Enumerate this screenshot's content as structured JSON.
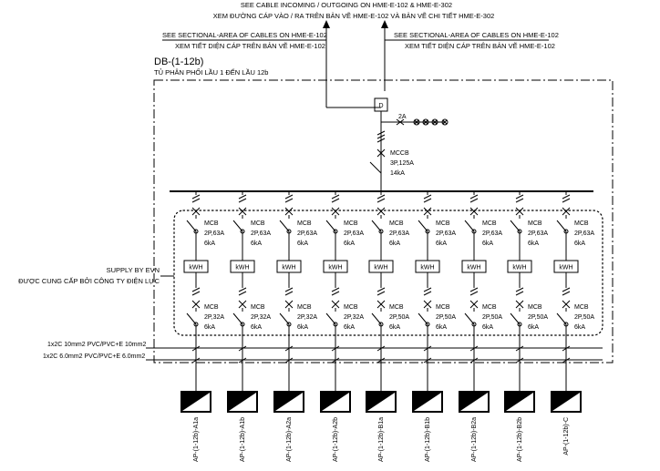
{
  "header": {
    "incoming_line1": "SEE CABLE INCOMING / OUTGOING ON HME-E-102 & HME-E-302",
    "incoming_line2": "XEM ĐƯỜNG CÁP VÀO / RA TRÊN BẢN VẼ HME-E-102 VÀ BẢN VẼ CHI TIẾT HME-E-302",
    "left_section_line1": "SEE  SECTIONAL-AREA OF CABLES ON HME-E-102",
    "left_section_line2": "XEM TIẾT DIỆN CÁP TRÊN BẢN VẼ HME-E-102",
    "right_section_line1": "SEE SECTIONAL-AREA OF CABLES ON HME-E-102",
    "right_section_line2": "XEM TIẾT DIỆN CÁP TRÊN BẢN VẼ HME-E-102"
  },
  "board": {
    "name": "DB-(1-12b)",
    "description": "TỦ PHÂN PHỐI LẦU 1 ĐẾN LẦU 12b"
  },
  "incomer": {
    "meter_symbol": "D",
    "indicator_breaker": "2A",
    "breaker_type": "MCCB",
    "breaker_rating": "3P,125A",
    "breaker_breaking": "14kA"
  },
  "supply": {
    "line1": "SUPPLY BY EVN",
    "line2": "ĐƯỢC CUNG CẤP BỞI CÔNG TY ĐIỆN LỰC"
  },
  "cables": {
    "cable1": "1x2C 10mm2 PVC/PVC+E 10mm2",
    "cable2": "1x2C 6.0mm2 PVC/PVC+E 6.0mm2"
  },
  "meter_label": "kWH",
  "circuits": [
    {
      "upper_type": "MCB",
      "upper_rating": "2P,63A",
      "upper_breaking": "6kA",
      "lower_type": "MCB",
      "lower_rating": "2P,32A",
      "lower_breaking": "6kA",
      "load": "AP-(1-12b)-A1a"
    },
    {
      "upper_type": "MCB",
      "upper_rating": "2P,63A",
      "upper_breaking": "6kA",
      "lower_type": "MCB",
      "lower_rating": "2P,32A",
      "lower_breaking": "6kA",
      "load": "AP-(1-12b)-A1b"
    },
    {
      "upper_type": "MCB",
      "upper_rating": "2P,63A",
      "upper_breaking": "6kA",
      "lower_type": "MCB",
      "lower_rating": "2P,32A",
      "lower_breaking": "6kA",
      "load": "AP-(1-12b)-A2a"
    },
    {
      "upper_type": "MCB",
      "upper_rating": "2P,63A",
      "upper_breaking": "6kA",
      "lower_type": "MCB",
      "lower_rating": "2P,32A",
      "lower_breaking": "6kA",
      "load": "AP-(1-12b)-A2b"
    },
    {
      "upper_type": "MCB",
      "upper_rating": "2P,63A",
      "upper_breaking": "6kA",
      "lower_type": "MCB",
      "lower_rating": "2P,50A",
      "lower_breaking": "6kA",
      "load": "AP-(1-12b)-B1a"
    },
    {
      "upper_type": "MCB",
      "upper_rating": "2P,63A",
      "upper_breaking": "6kA",
      "lower_type": "MCB",
      "lower_rating": "2P,50A",
      "lower_breaking": "6kA",
      "load": "AP-(1-12b)-B1b"
    },
    {
      "upper_type": "MCB",
      "upper_rating": "2P,63A",
      "upper_breaking": "6kA",
      "lower_type": "MCB",
      "lower_rating": "2P,50A",
      "lower_breaking": "6kA",
      "load": "AP-(1-12b)-B2a"
    },
    {
      "upper_type": "MCB",
      "upper_rating": "2P,63A",
      "upper_breaking": "6kA",
      "lower_type": "MCB",
      "lower_rating": "2P,50A",
      "lower_breaking": "6kA",
      "load": "AP-(1-12b)-B2b"
    },
    {
      "upper_type": "MCB",
      "upper_rating": "2P,63A",
      "upper_breaking": "6kA",
      "lower_type": "MCB",
      "lower_rating": "2P,50A",
      "lower_breaking": "6kA",
      "load": "AP-(1-12b)-C"
    }
  ]
}
